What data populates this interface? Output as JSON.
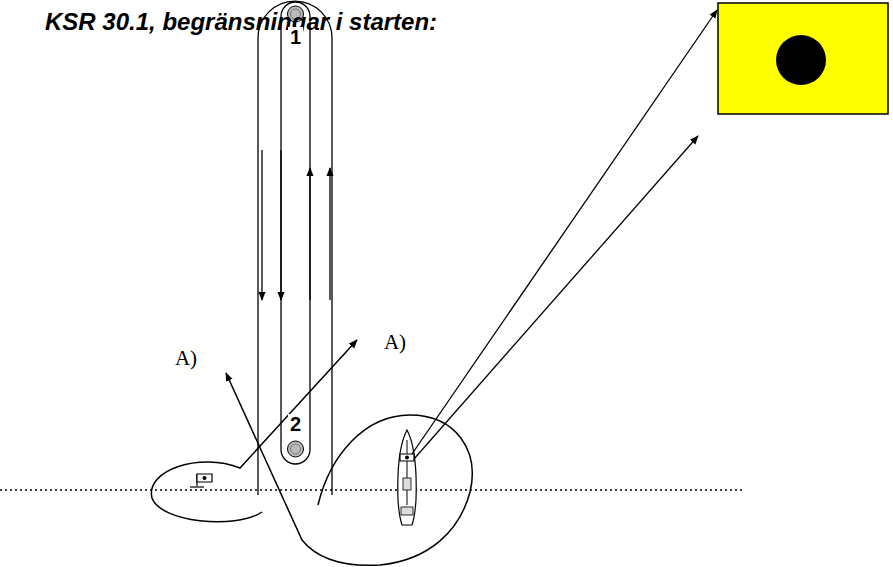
{
  "diagram": {
    "title": "KSR 30.1, begränsningar i starten:",
    "labels": [
      "1",
      "2",
      "A)",
      "A)"
    ]
  }
}
